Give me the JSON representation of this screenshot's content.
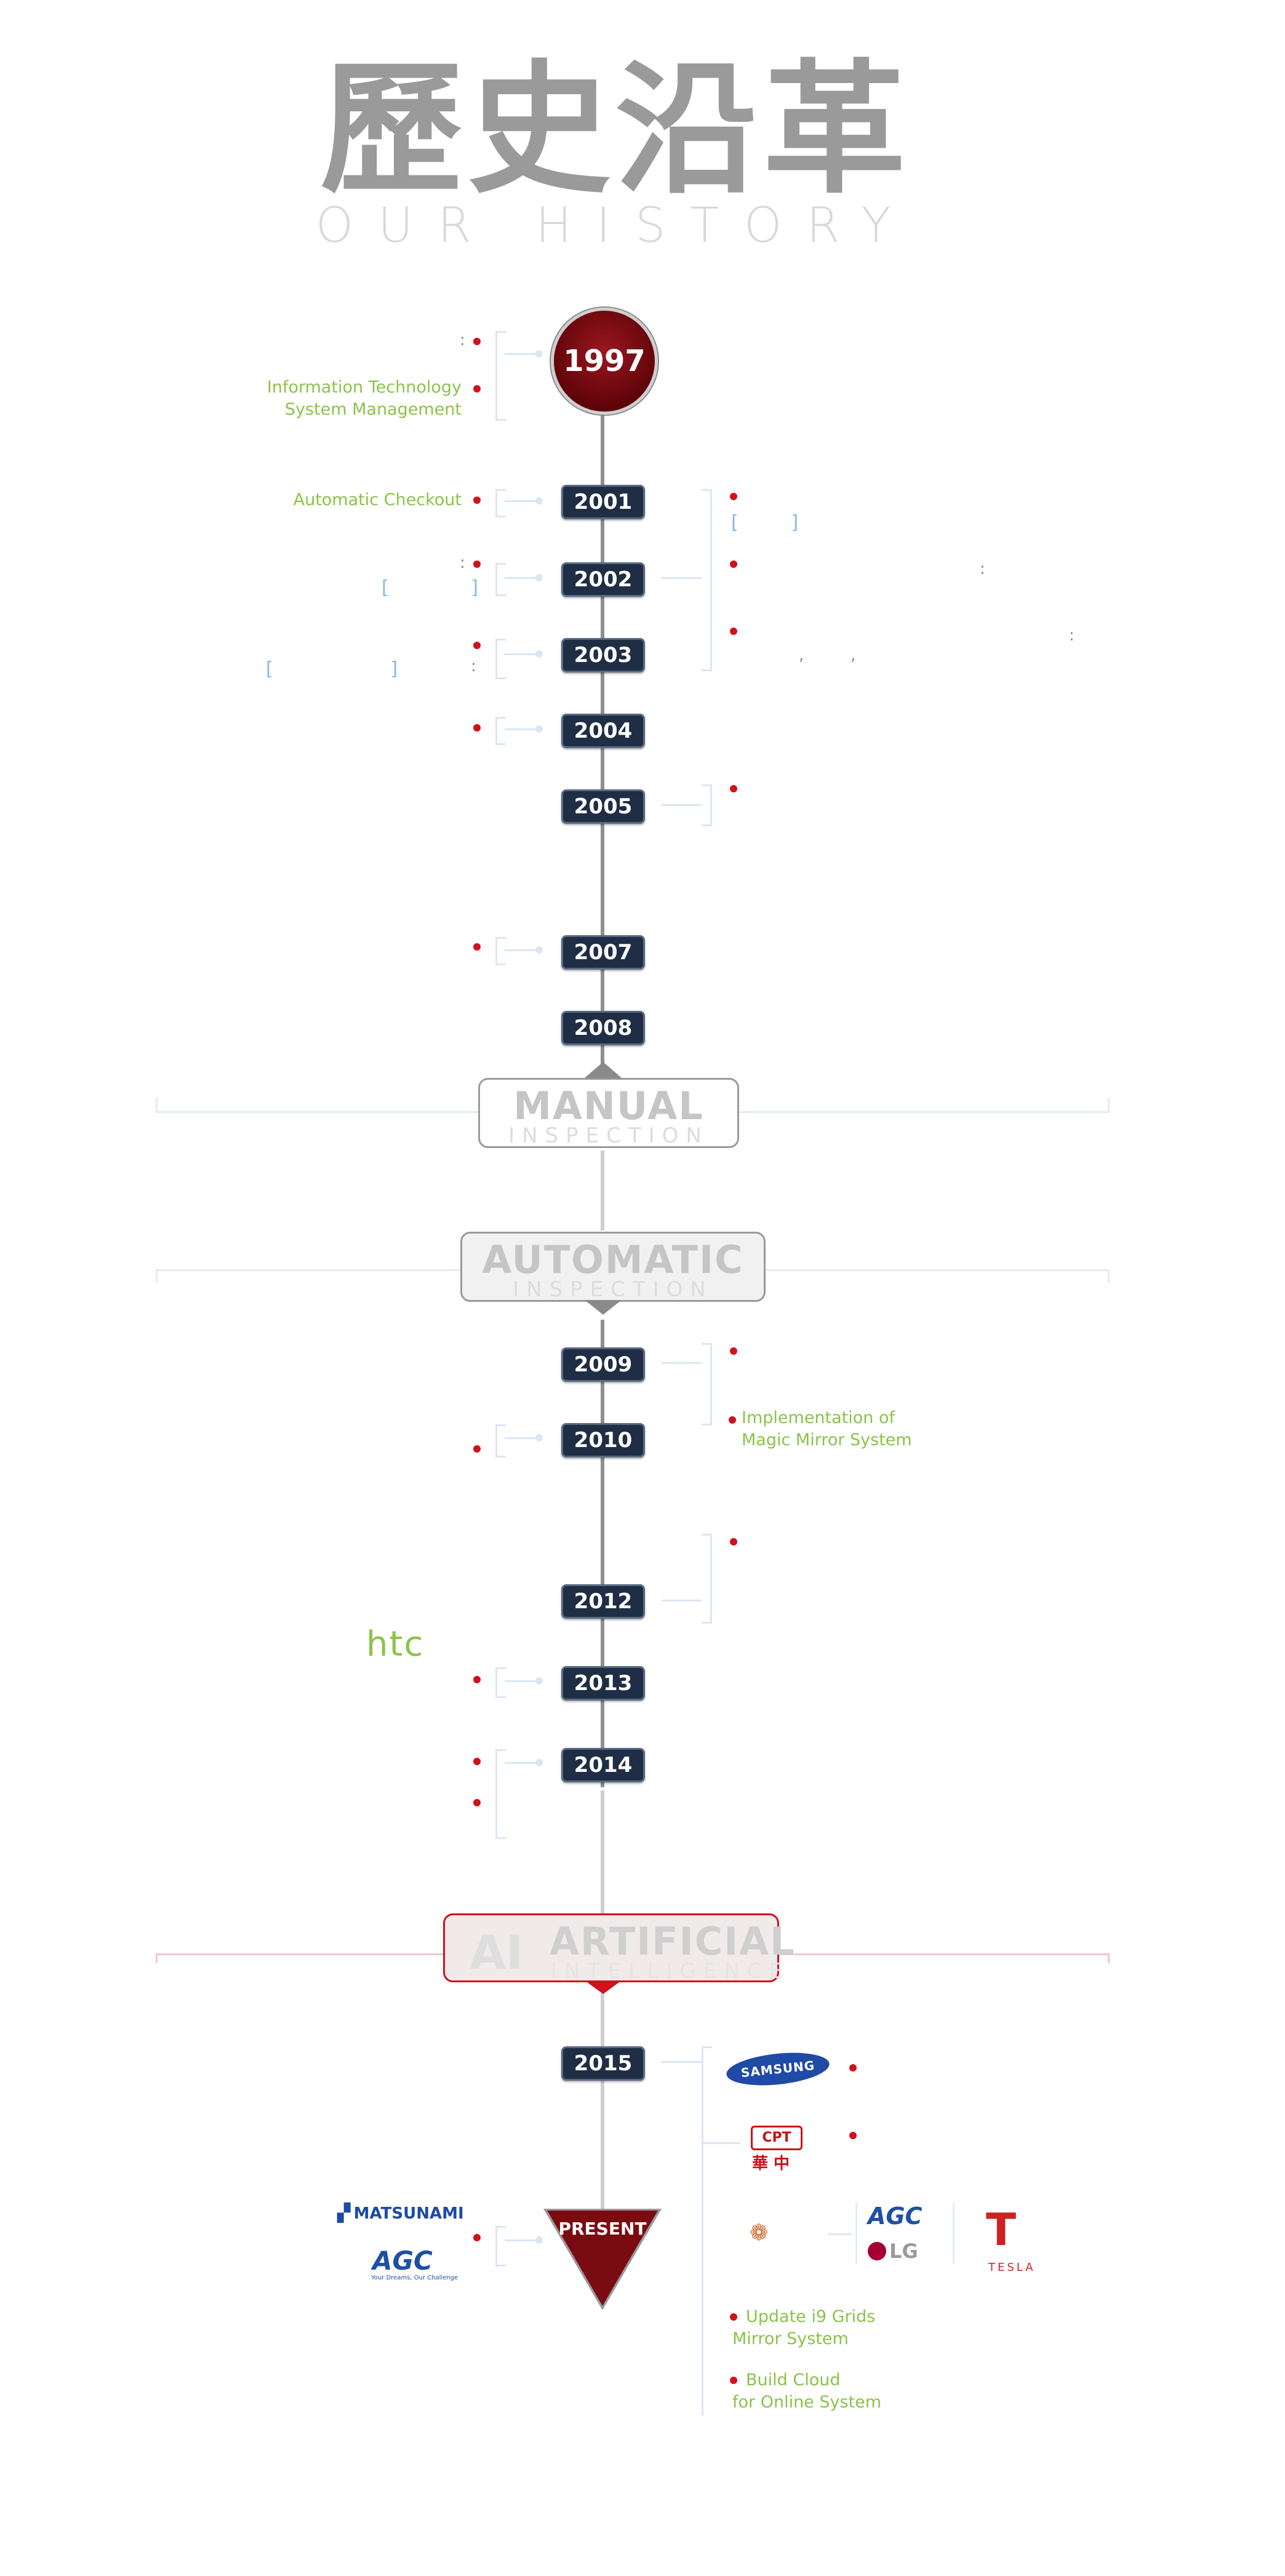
{
  "title": {
    "cn": "歷史沿革",
    "en": "OUR HISTORY"
  },
  "years": [
    "1997",
    "2001",
    "2002",
    "2003",
    "2004",
    "2005",
    "2007",
    "2008",
    "2009",
    "2010",
    "2012",
    "2013",
    "2014",
    "2015"
  ],
  "events": {
    "y1997_right": "Information Technology\nSystem Management",
    "y2001_left": "Automatic Checkout",
    "y2010_right": "Implementation of\nMagic Mirror System",
    "present_update": "Update i9 Grids\nMirror System",
    "present_cloud": "Build Cloud\nfor Online System"
  },
  "sections": {
    "manual": {
      "big": "MANUAL",
      "small": "INSPECTION"
    },
    "automatic": {
      "big": "AUTOMATIC",
      "small": "INSPECTION"
    },
    "ai": {
      "prefix": "AI",
      "big": "ARTIFICIAL",
      "small": "INTELLIGENCE"
    }
  },
  "present_label": "PRESENT",
  "logos": {
    "htc": "htc",
    "samsung": "SAMSUNG",
    "cpt": "CPT",
    "cpt_cn": "華 中",
    "agc": "AGC",
    "lg": "LG",
    "tesla": "TESLA",
    "matsunami": "MATSUNAMI",
    "agc_tagline": "Your Dreams, Our Challenge"
  },
  "colors": {
    "accent_green": "#8bc34a",
    "badge_navy": "#1f2e45",
    "red_dot": "#d0121b",
    "present_red": "#7a0b12"
  }
}
